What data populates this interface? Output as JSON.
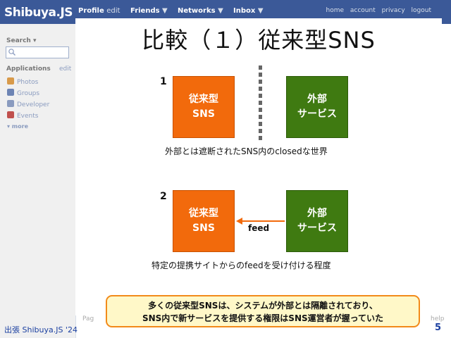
{
  "topbar": {
    "logo": "Shibuya.JS",
    "nav": [
      {
        "label": "Profile",
        "sub": "edit"
      },
      {
        "label": "Friends",
        "sub": "▼"
      },
      {
        "label": "Networks",
        "sub": "▼"
      },
      {
        "label": "Inbox",
        "sub": "▼"
      }
    ],
    "right_links": [
      "home",
      "account",
      "privacy",
      "logout"
    ]
  },
  "sidebar": {
    "search_label": "Search ▾",
    "applications_label": "Applications",
    "applications_edit": "edit",
    "apps": [
      {
        "label": "Photos",
        "color": "#d89a4a"
      },
      {
        "label": "Groups",
        "color": "#6d84b4"
      },
      {
        "label": "Developer",
        "color": "#8a9bbf"
      },
      {
        "label": "Events",
        "color": "#c0504d"
      }
    ],
    "more": "▾ more"
  },
  "slide": {
    "title": "比較（１）従来型SNS",
    "section1": {
      "number": "1",
      "left_box": "従来型\nSNS",
      "right_box": "外部\nサービス",
      "caption": "外部とは遮断されたSNS内のclosedな世界"
    },
    "section2": {
      "number": "2",
      "left_box": "従来型\nSNS",
      "right_box": "外部\nサービス",
      "arrow_label": "feed",
      "caption": "特定の提携サイトからのfeedを受け付ける程度"
    },
    "callout_line1": "多くの従来型SNSは、システムが外部とは隔離されており、",
    "callout_line2": "SNS内で新サービスを提供する権限はSNS運営者が握っていた",
    "footer": "出張 Shibuya.JS '24",
    "page_number": "5",
    "peek_left": "Pag",
    "peek_right": "help"
  },
  "colors": {
    "facebook_blue": "#3b5998",
    "orange_box": "#f26a0c",
    "green_box": "#3f7a11",
    "callout_border": "#f28a1a",
    "callout_fill": "#fff8c8"
  }
}
